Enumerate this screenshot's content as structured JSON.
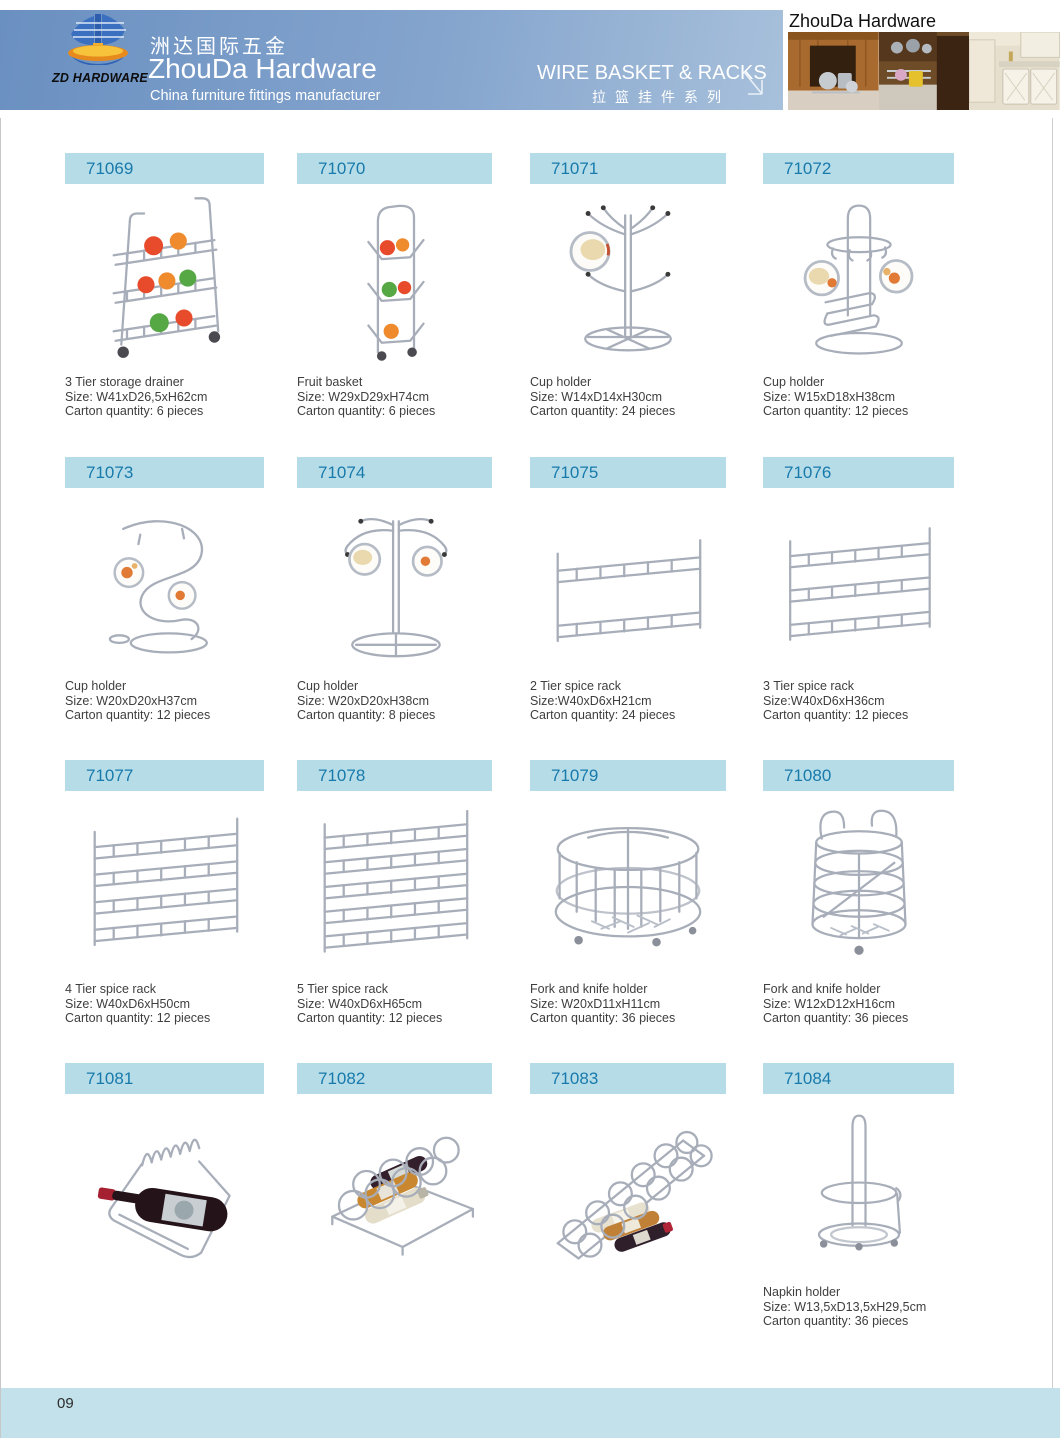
{
  "header": {
    "logo_text": "ZD HARDWARE",
    "company_name_cn": "洲达国际五金",
    "company_name_en": "ZhouDa Hardware",
    "tagline": "China furniture fittings manufacturer",
    "section_title": "WIRE BASKET & RACKS",
    "section_subtitle": "拉篮挂件系列",
    "photo_caption": "ZhouDa Hardware"
  },
  "products": [
    {
      "code": "71069",
      "name": "3 Tier storage drainer",
      "size": "Size: W41xD26,5xH62cm",
      "carton": "Carton quantity: 6 pieces"
    },
    {
      "code": "71070",
      "name": "Fruit basket",
      "size": "Size: W29xD29xH74cm",
      "carton": "Carton quantity: 6 pieces"
    },
    {
      "code": "71071",
      "name": "Cup holder",
      "size": "Size: W14xD14xH30cm",
      "carton": "Carton quantity: 24 pieces"
    },
    {
      "code": "71072",
      "name": "Cup holder",
      "size": "Size: W15xD18xH38cm",
      "carton": "Carton quantity: 12 pieces"
    },
    {
      "code": "71073",
      "name": "Cup holder",
      "size": "Size: W20xD20xH37cm",
      "carton": "Carton quantity: 12 pieces"
    },
    {
      "code": "71074",
      "name": "Cup holder",
      "size": "Size: W20xD20xH38cm",
      "carton": "Carton quantity: 8 pieces"
    },
    {
      "code": "71075",
      "name": "2 Tier spice rack",
      "size": "Size:W40xD6xH21cm",
      "carton": "Carton quantity: 24 pieces"
    },
    {
      "code": "71076",
      "name": "3 Tier spice rack",
      "size": "Size:W40xD6xH36cm",
      "carton": "Carton quantity: 12 pieces"
    },
    {
      "code": "71077",
      "name": "4 Tier spice rack",
      "size": "Size: W40xD6xH50cm",
      "carton": "Carton quantity: 12 pieces"
    },
    {
      "code": "71078",
      "name": "5 Tier spice rack",
      "size": "Size: W40xD6xH65cm",
      "carton": "Carton quantity: 12 pieces"
    },
    {
      "code": "71079",
      "name": "Fork and knife holder",
      "size": "Size: W20xD11xH11cm",
      "carton": "Carton quantity: 36 pieces"
    },
    {
      "code": "71080",
      "name": "Fork and knife holder",
      "size": "Size: W12xD12xH16cm",
      "carton": "Carton quantity: 36 pieces"
    },
    {
      "code": "71081",
      "name": "",
      "size": "",
      "carton": ""
    },
    {
      "code": "71082",
      "name": "",
      "size": "",
      "carton": ""
    },
    {
      "code": "71083",
      "name": "",
      "size": "",
      "carton": ""
    },
    {
      "code": "71084",
      "name": "Napkin holder",
      "size": "Size: W13,5xD13,5xH29,5cm",
      "carton": "Carton quantity: 36 pieces"
    }
  ],
  "footer": {
    "page_number": "09"
  },
  "colors": {
    "header_blue": "#6a90c1",
    "product_bar_blue": "#b6dce8",
    "code_text_blue": "#187aab",
    "footer_blue": "#c3e1ea"
  }
}
